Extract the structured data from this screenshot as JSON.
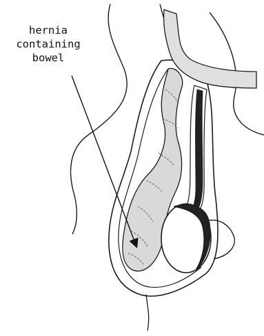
{
  "figure": {
    "label_lines": [
      "hernia",
      "containing",
      "bowel"
    ]
  },
  "colors": {
    "ink": "#1a1a1a",
    "bowel_fill": "#d9d9d9",
    "testis_dark": "#222222",
    "background": "#ffffff"
  }
}
